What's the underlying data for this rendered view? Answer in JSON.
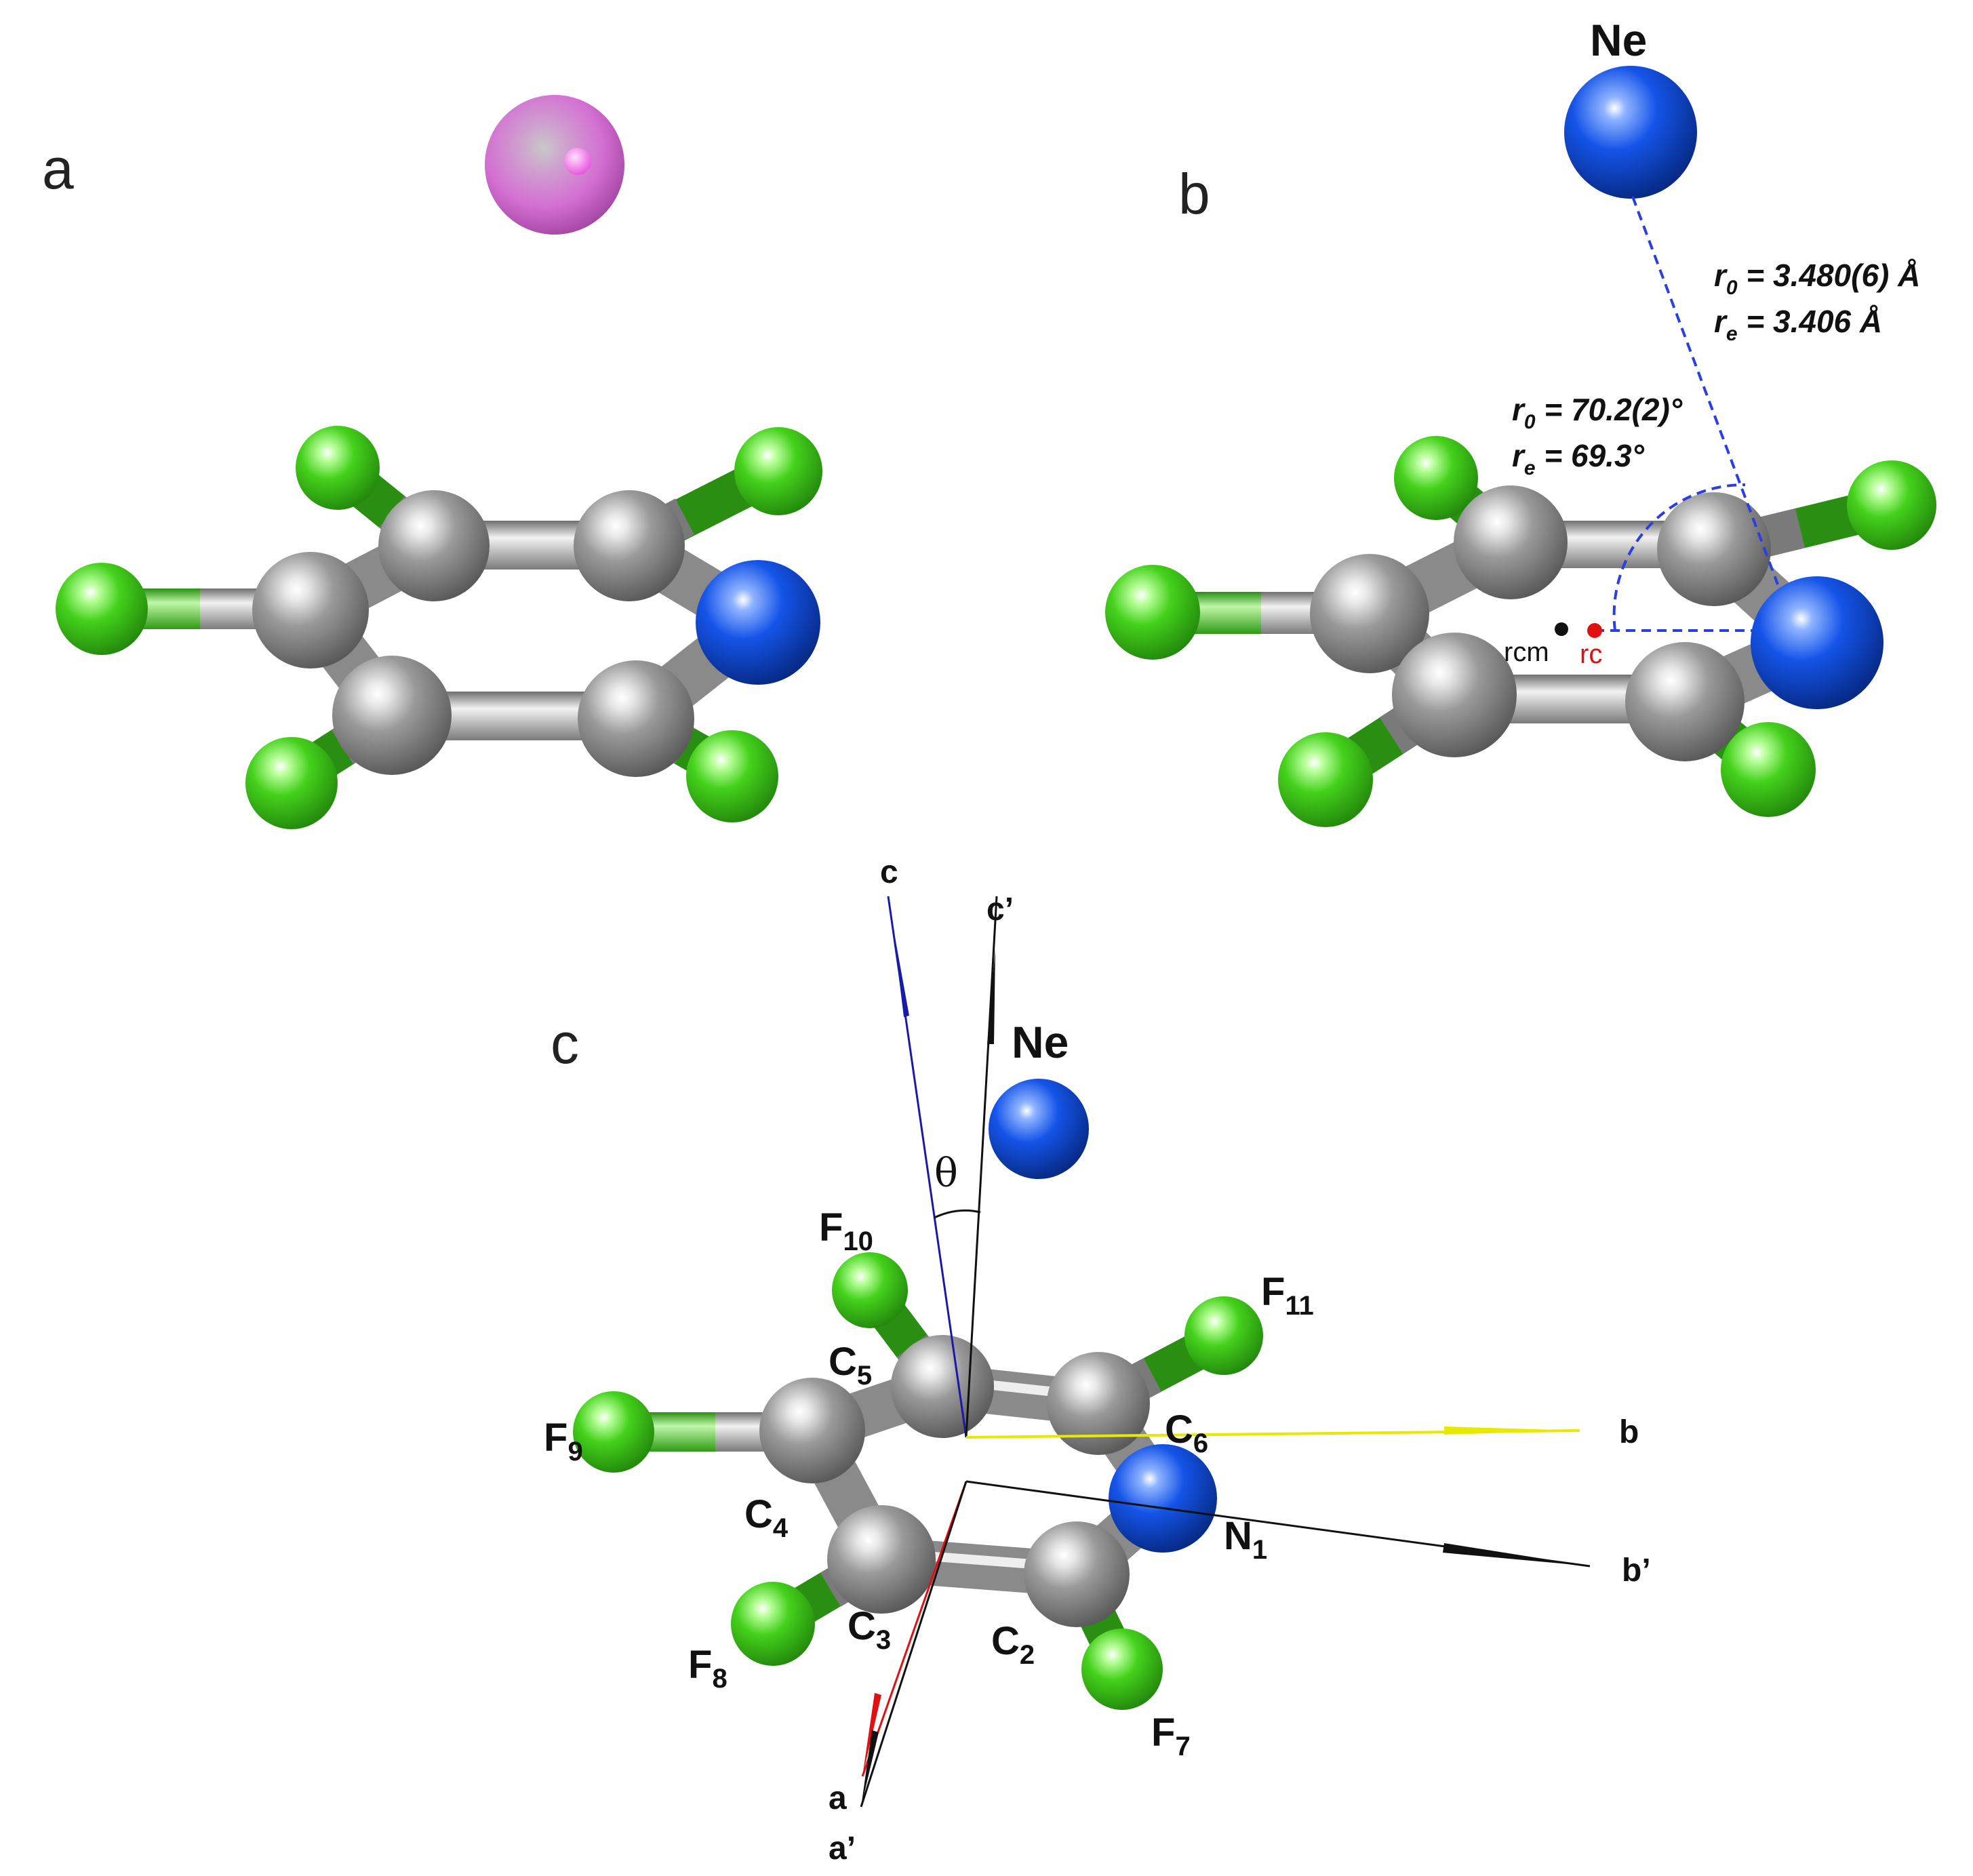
{
  "panels": {
    "a": {
      "letter": "a"
    },
    "b": {
      "letter": "b",
      "ne_label": "Ne",
      "distance": {
        "r0_symbol": "r",
        "r0_sub": "0",
        "r0_value": " = 3.480(6) Å",
        "re_symbol": "r",
        "re_sub": "e",
        "re_value": " =  3.406 Å"
      },
      "angle": {
        "r0_symbol": "r",
        "r0_sub": "0",
        "r0_value": " = 70.2(2)°",
        "re_symbol": "r",
        "re_sub": "e",
        "re_value": " =  69.3°"
      },
      "rcm_label": "rcm",
      "rc_label": "rc"
    },
    "c": {
      "letter": "c",
      "ne_label": "Ne",
      "theta": "θ",
      "axes": {
        "c": "c",
        "c_prime": "c’",
        "b": "b",
        "b_prime": "b’",
        "a": "a",
        "a_prime": "a’"
      },
      "atoms": [
        {
          "el": "F",
          "num": "10"
        },
        {
          "el": "F",
          "num": "11"
        },
        {
          "el": "C",
          "num": "5"
        },
        {
          "el": "C",
          "num": "6"
        },
        {
          "el": "F",
          "num": "9"
        },
        {
          "el": "C",
          "num": "4"
        },
        {
          "el": "N",
          "num": "1"
        },
        {
          "el": "C",
          "num": "3"
        },
        {
          "el": "C",
          "num": "2"
        },
        {
          "el": "F",
          "num": "8"
        },
        {
          "el": "F",
          "num": "7"
        }
      ]
    }
  },
  "colors": {
    "carbon": "#8c8c8c",
    "fluorine": "#3fcf1c",
    "nitrogen": "#0a3fd0",
    "neon": "#0a3fd0",
    "probe": "#d873d6",
    "distance_line": "#2a3fe0",
    "axis_c": "#1a1aa8",
    "axis_b": "#e8e800",
    "axis_a": "#e01010",
    "axis_prime": "#111111",
    "rcm_point": "#111111",
    "rc_point": "#e01010"
  }
}
